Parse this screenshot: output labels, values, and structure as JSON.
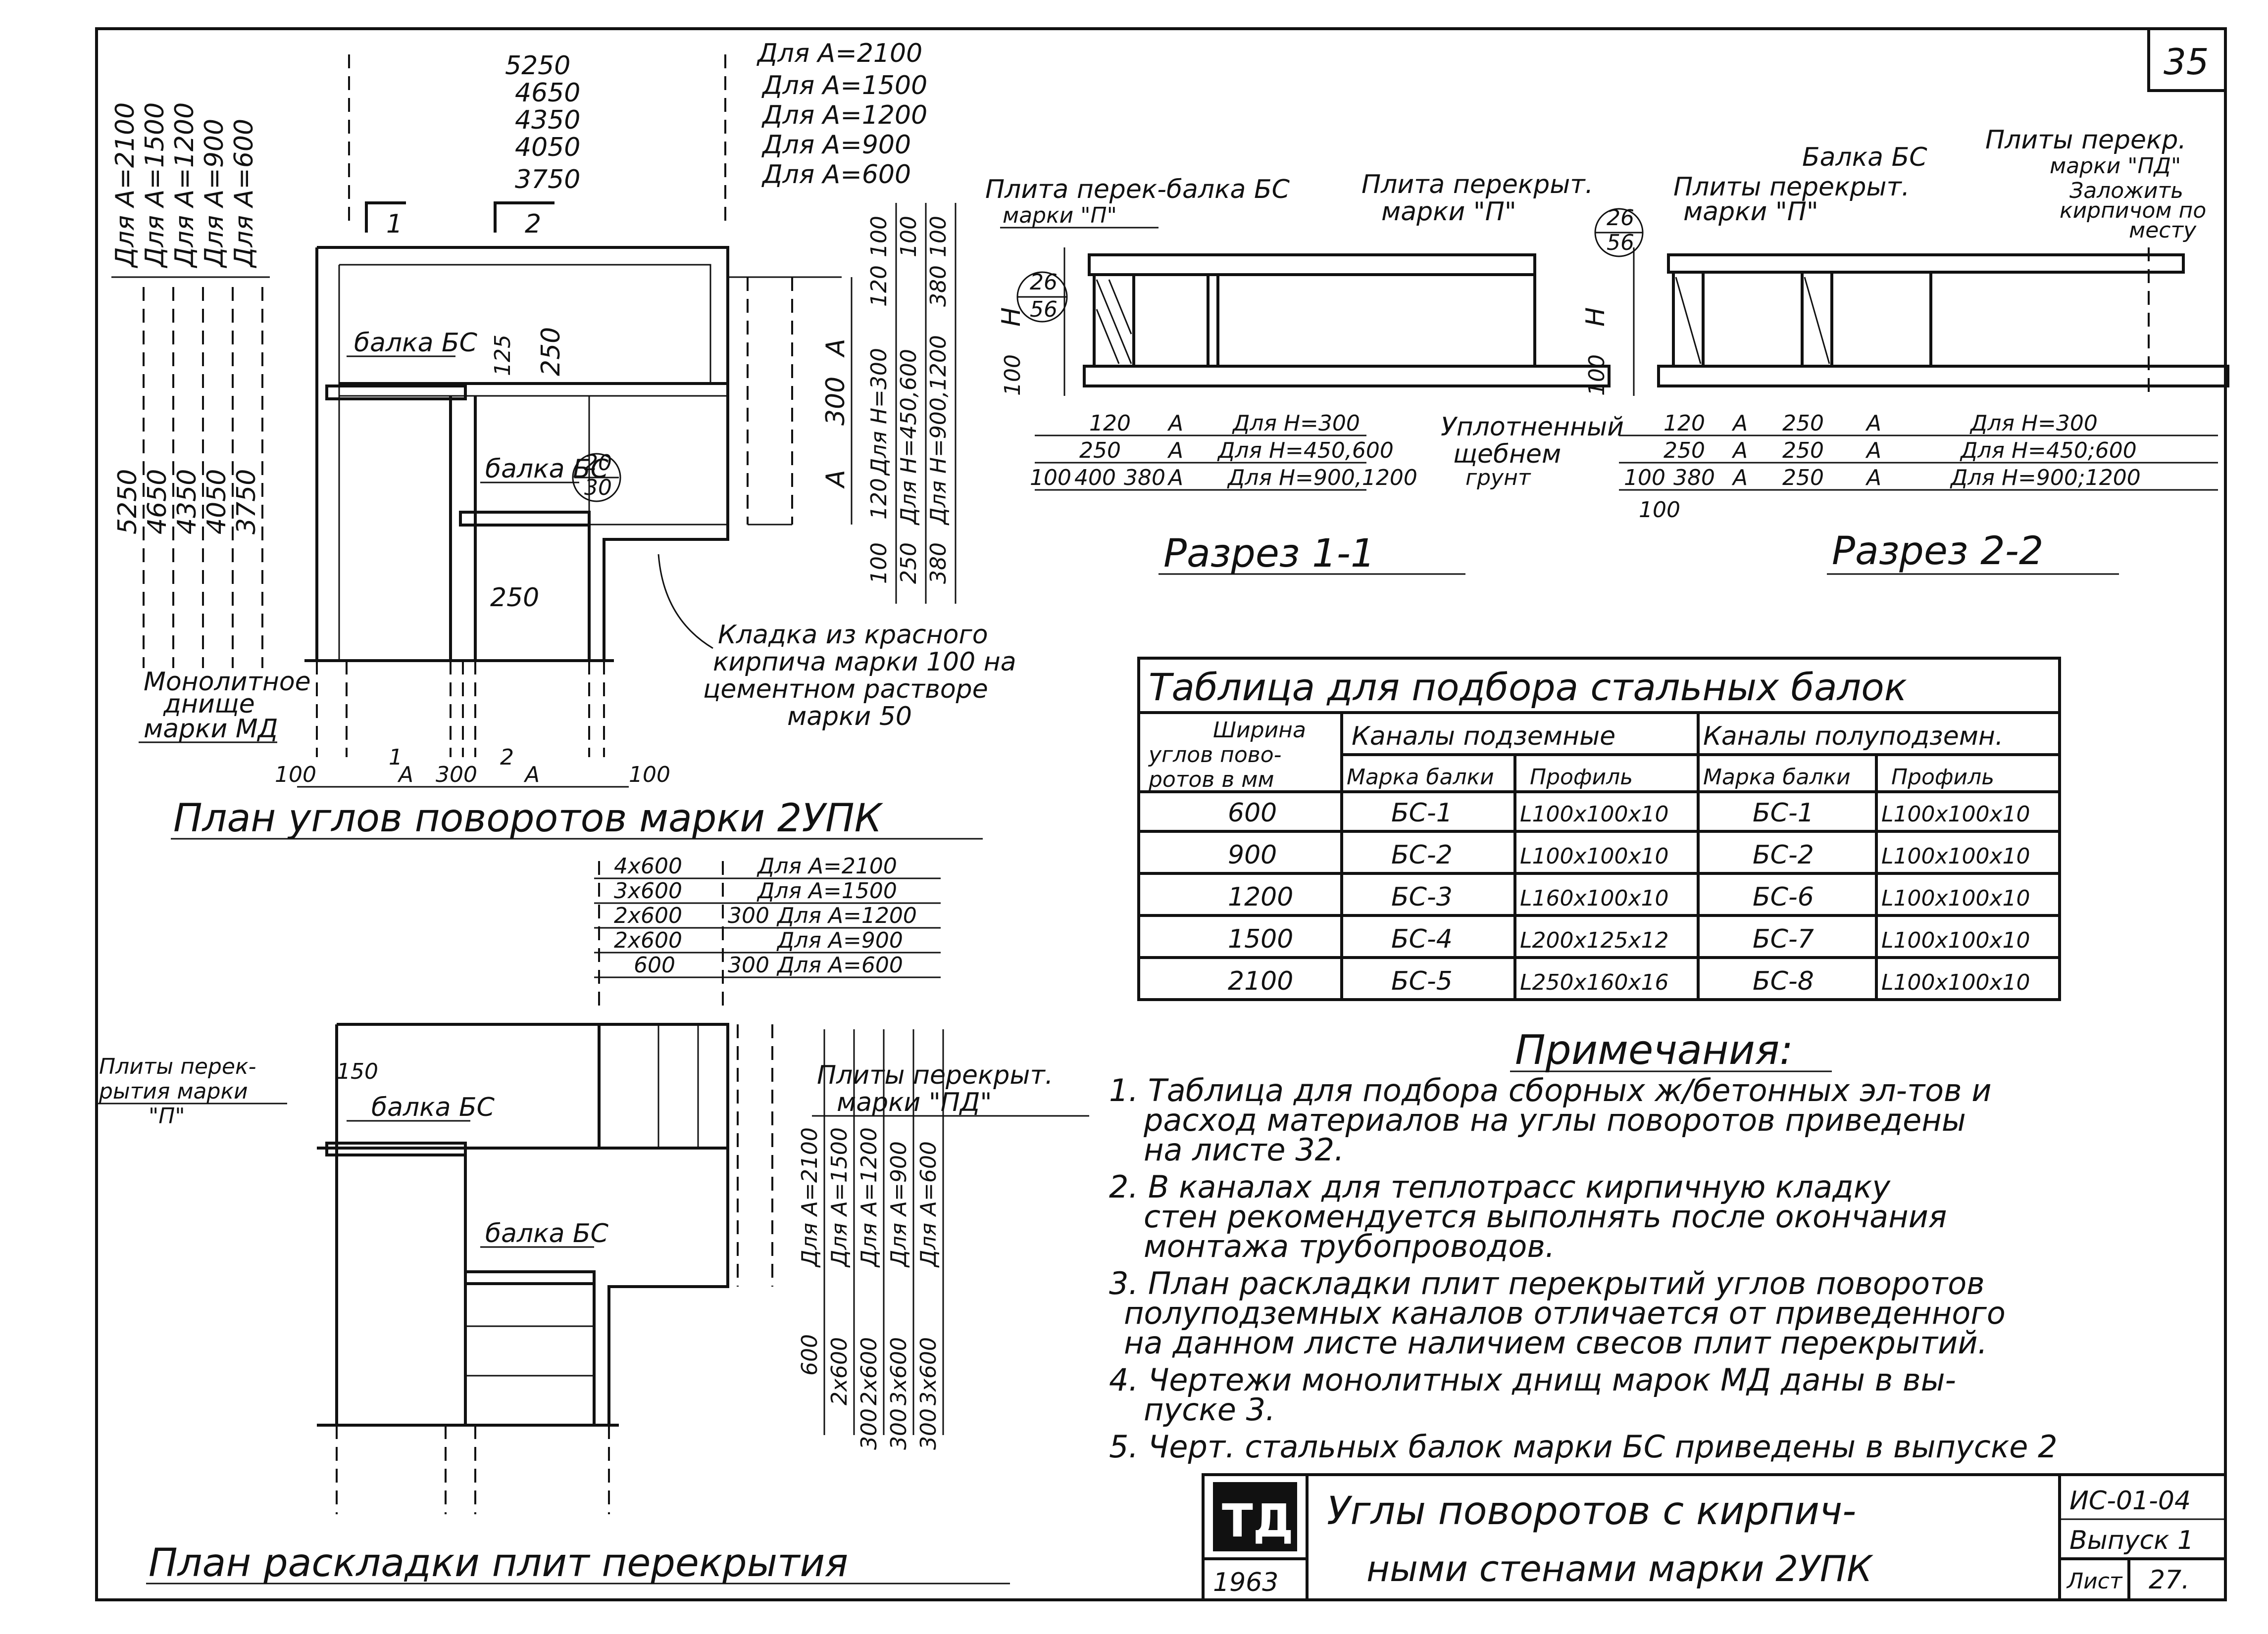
{
  "sheet": {
    "number": "35",
    "plan_top_title": "План углов поворотов марки 2УПК",
    "plan_bottom_title": "План раскладки плит перекрытия",
    "section1_title": "Разрез 1-1",
    "section2_title": "Разрез 2-2"
  },
  "plan_top": {
    "left_dims_a": [
      "Для А=2100",
      "Для А=1500",
      "Для А=1200",
      "Для А=900",
      "Для А=600"
    ],
    "top_dims": [
      "5250",
      "4650",
      "4350",
      "4050",
      "3750"
    ],
    "top_notes": [
      "Для А=2100",
      "Для А=1500",
      "Для А=1200",
      "Для А=900",
      "Для А=600"
    ],
    "cut_marks": [
      "1",
      "2"
    ],
    "beam_label_1": "балка БС",
    "beam_label_2": "балка БС",
    "dim_125": "125",
    "dim_250a": "250",
    "dim_250b": "250",
    "callout_top": "20",
    "callout_bottom": "30",
    "left_dims_b": [
      "5250",
      "4650",
      "4350",
      "4050",
      "3750"
    ],
    "slab_label": "Монолитное днище марки МД",
    "bottom_dims": [
      "100",
      "1",
      "А",
      "300",
      "2",
      "А",
      "100"
    ],
    "right_dims_a": [
      "А",
      "300",
      "А"
    ],
    "right_dims_h": [
      "100",
      "120",
      "Для Н=300",
      "120",
      "100",
      "250",
      "Для Н=450,600",
      "100",
      "380",
      "Для Н=900,1200",
      "380",
      "100"
    ],
    "masonry_note": [
      "Кладка из красного",
      "кирпича марки 100 на",
      "цементном растворе",
      "марки 50"
    ]
  },
  "section1": {
    "label_slab_beam": [
      "Плита перек-балка БС",
      "марки \"П\""
    ],
    "label_slab": [
      "Плита перекрыт.",
      "марки \"П\""
    ],
    "callout_top": "26",
    "callout_bottom": "56",
    "dim_h": "Н",
    "dim_100": "100",
    "rows": [
      [
        "120",
        "А",
        "Для Н=300"
      ],
      [
        "250",
        "А",
        "Для Н=450,600"
      ],
      [
        "100",
        "400",
        "380",
        "А",
        "Для Н=900,1200"
      ]
    ],
    "ground_note": [
      "Уплотненный",
      "щебнем",
      "грунт"
    ]
  },
  "section2": {
    "label_beam": "Балка БС",
    "label_slabs": [
      "Плиты перекрыт.",
      "марки \"П\""
    ],
    "label_slabs_pd": [
      "Плиты перекр.",
      "марки \"ПД\""
    ],
    "label_brick": [
      "Заложить",
      "кирпичом по",
      "месту"
    ],
    "callout_top": "26",
    "callout_bottom": "56",
    "dim_h": "Н",
    "dim_100": "100",
    "rows": [
      [
        "120",
        "А",
        "250",
        "А",
        "Для Н=300"
      ],
      [
        "250",
        "А",
        "250",
        "А",
        "Для Н=450;600"
      ],
      [
        "100",
        "380",
        "А",
        "250",
        "А",
        "Для Н=900;1200"
      ]
    ],
    "dim_bottom": "100"
  },
  "table": {
    "title": "Таблица для подбора стальных балок",
    "col_width": [
      "Ширина",
      "углов пово-",
      "ротов в мм"
    ],
    "group_underground": "Каналы подземные",
    "group_semi": "Каналы полуподземн.",
    "col_mark": "Марка балки",
    "col_profile": "Профиль",
    "col_mark2": "Марка балки",
    "col_profile2": "Профиль",
    "rows": [
      [
        "600",
        "БС-1",
        "L100x100x10",
        "БС-1",
        "L100x100x10"
      ],
      [
        "900",
        "БС-2",
        "L100x100x10",
        "БС-2",
        "L100x100x10"
      ],
      [
        "1200",
        "БС-3",
        "L160x100x10",
        "БС-6",
        "L100x100x10"
      ],
      [
        "1500",
        "БС-4",
        "L200x125x12",
        "БС-7",
        "L100x100x10"
      ],
      [
        "2100",
        "БС-5",
        "L250x160x16",
        "БС-8",
        "L100x100x10"
      ]
    ]
  },
  "plan_bottom": {
    "top_dims": [
      "4x600",
      "3x600",
      "2x600",
      "2x600",
      "600"
    ],
    "top_dims_right": [
      "Для А=2100",
      "Для А=1500",
      "Для А=1200",
      "Для А=900",
      "Для А=600"
    ],
    "top_dims_300": [
      "300",
      "300"
    ],
    "left_label": [
      "Плиты перек-",
      "рытия марки",
      "\"П\""
    ],
    "dim_150": "150",
    "beam_label_1": "балка БС",
    "beam_label_2": "балка БС",
    "right_label": [
      "Плиты перекрыт.",
      "марки \"ПД\""
    ],
    "vertical_a": [
      "Для А=2100",
      "Для А=1500",
      "Для А=1200",
      "Для А=900",
      "Для А=600"
    ],
    "vertical_b": [
      "600",
      "2x600",
      "2x600",
      "3x600",
      "3x600"
    ],
    "vertical_300": [
      "300",
      "300",
      "300"
    ]
  },
  "notes": {
    "heading": "Примечания:",
    "lines": [
      "1. Таблица для подбора сборных ж/бетонных эл-тов и",
      "расход материалов на углы поворотов приведены",
      "на листе 32.",
      "2. В каналах для теплотрасс кирпичную кладку",
      "стен рекомендуется выполнять после окончания",
      "монтажа трубопроводов.",
      "3. План раскладки плит перекрытий углов поворотов",
      "полуподземных каналов отличается от приведенного",
      "на данном листе наличием свесов плит перекрытий.",
      "4. Чертежи монолитных днищ марок МД даны в вы-",
      "пуске 3.",
      "5. Черт. стальных балок марки БС приведены в выпуске 2"
    ]
  },
  "stamp": {
    "logo": "ТД",
    "year": "1963",
    "title_line1": "Углы поворотов с кирпич-",
    "title_line2": "ными стенами марки 2УПК",
    "code": "ИС-01-04",
    "issue": "Выпуск 1",
    "sheet_label": "Лист",
    "sheet_no": "27."
  }
}
